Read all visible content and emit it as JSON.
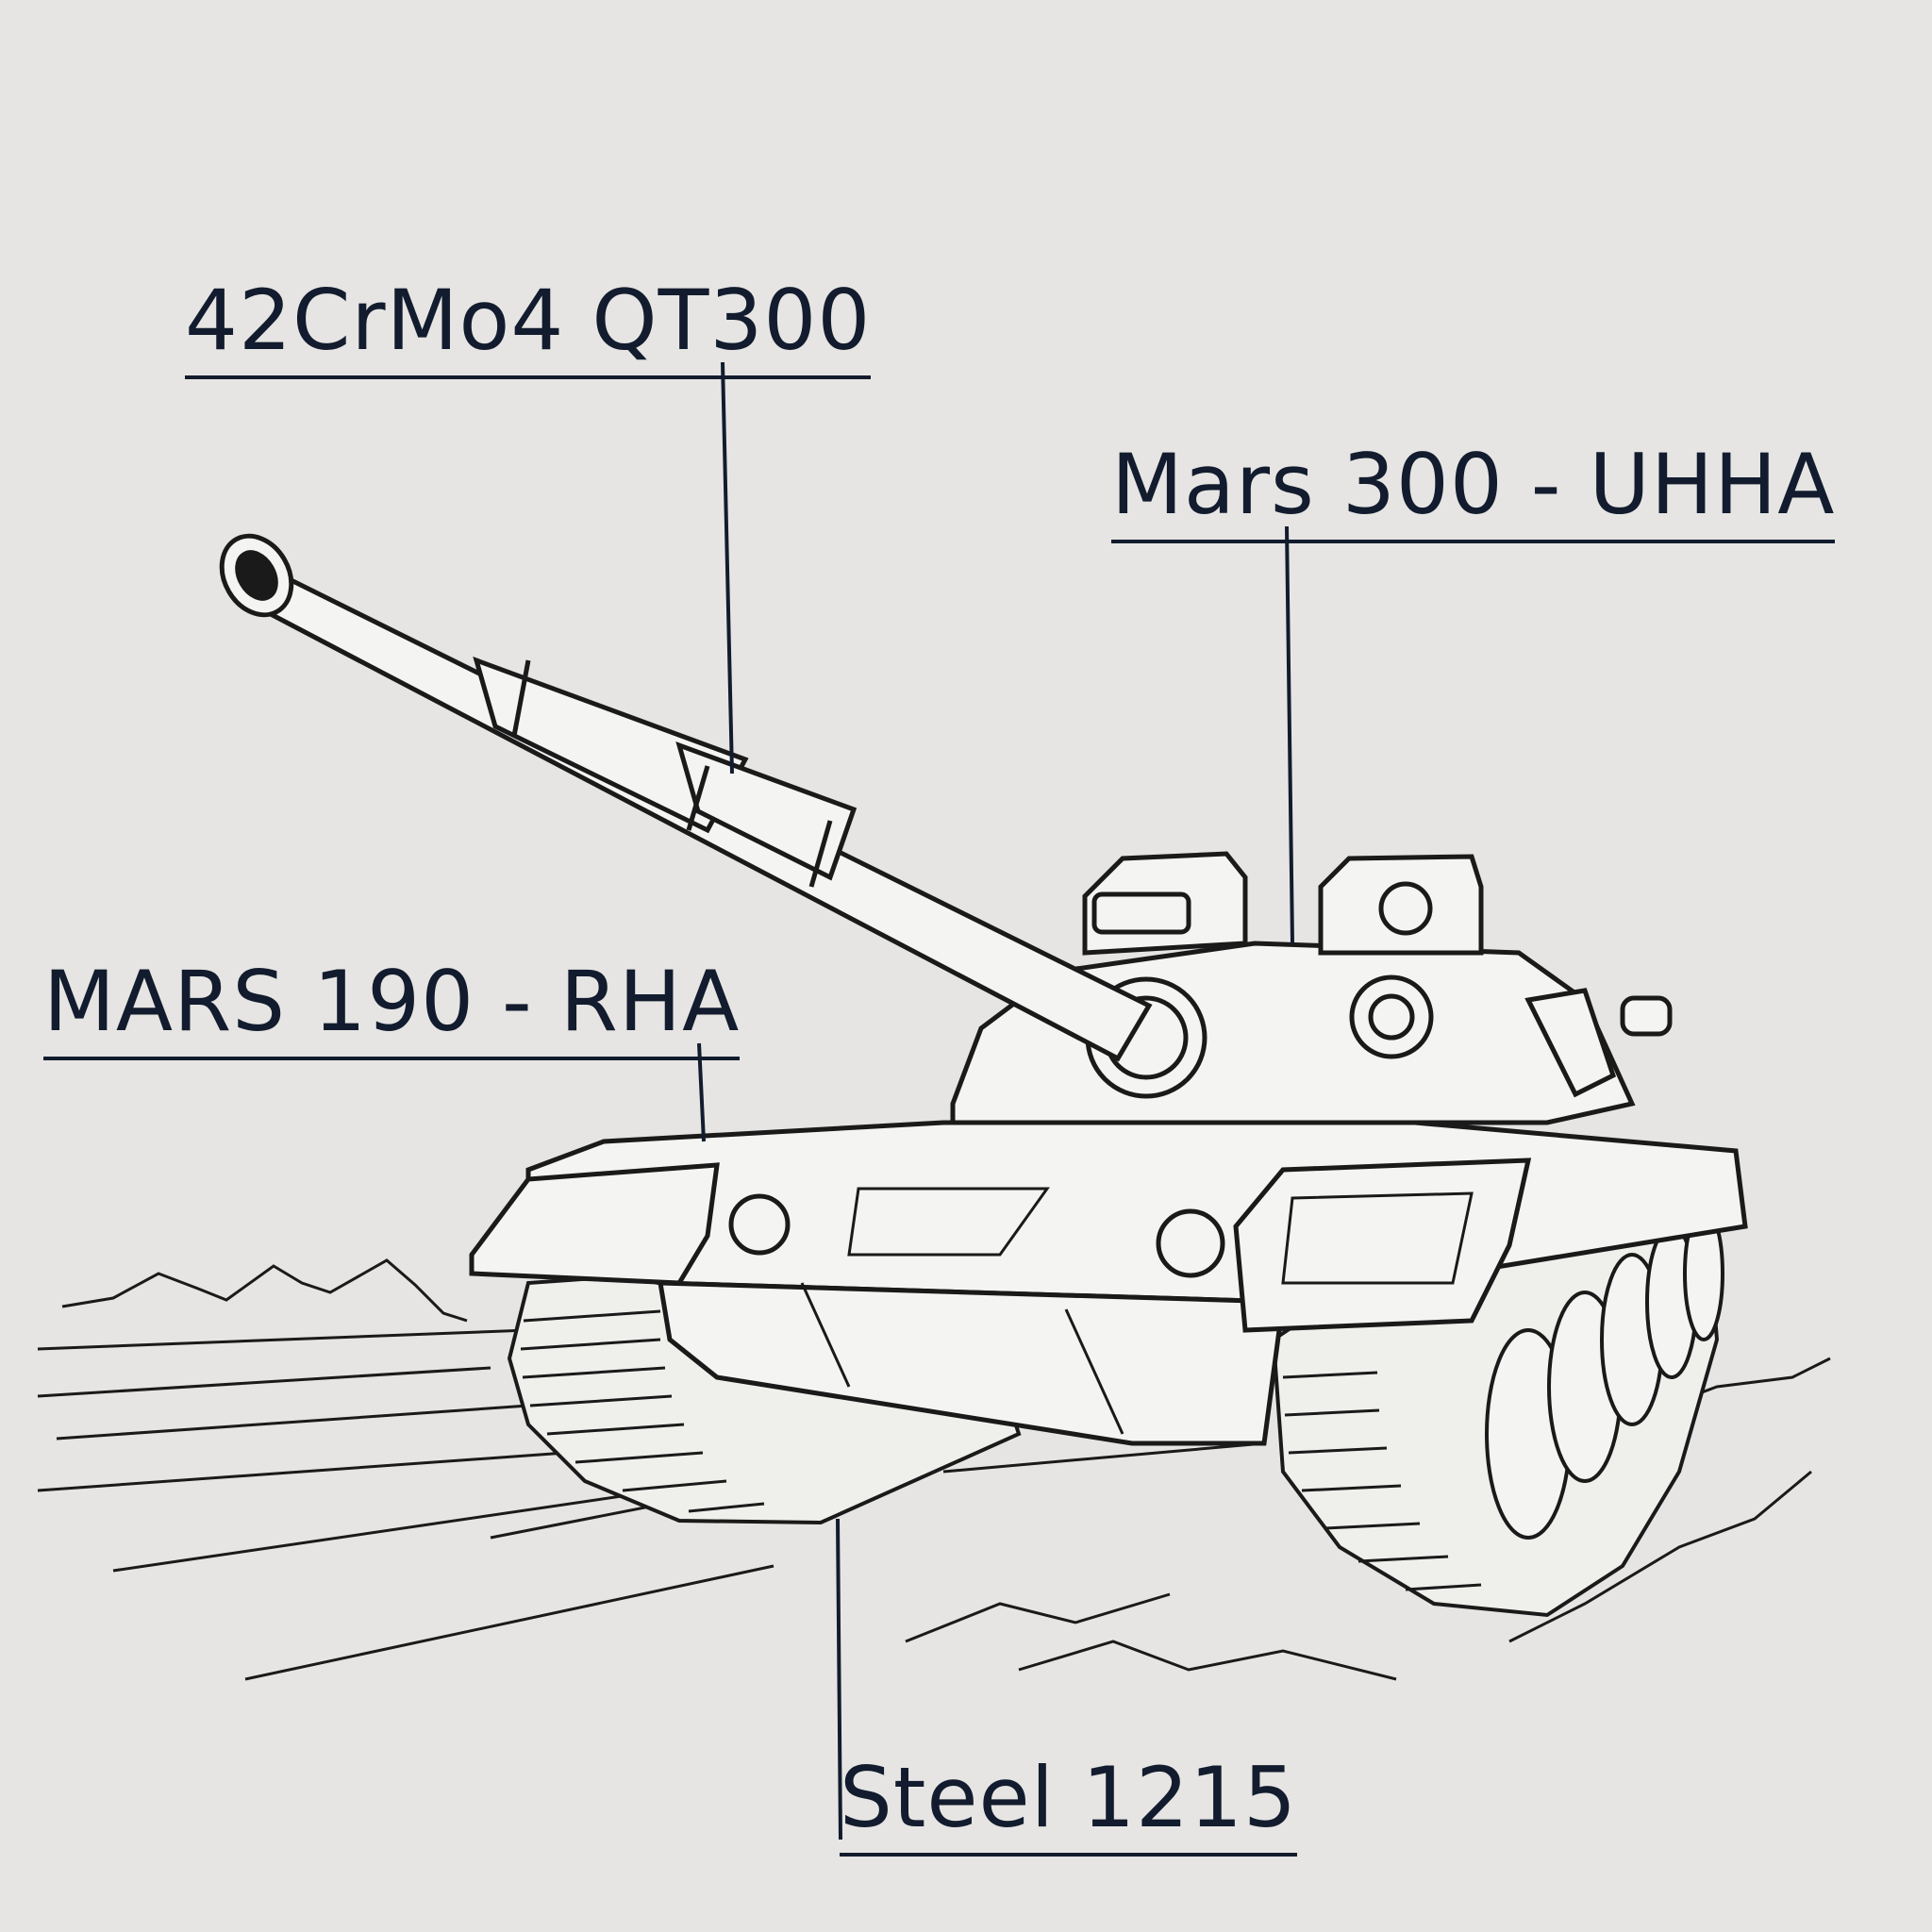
{
  "annotations": {
    "barrel": "42CrMo4 QT300",
    "turret": "Mars 300 - UHHA",
    "hull": "MARS 190 - RHA",
    "track": "Steel 1215"
  },
  "colors": {
    "background": "#e6e5e3",
    "line": "#121c2e",
    "ink": "#1a1a1a",
    "fill": "#f4f4f2"
  }
}
